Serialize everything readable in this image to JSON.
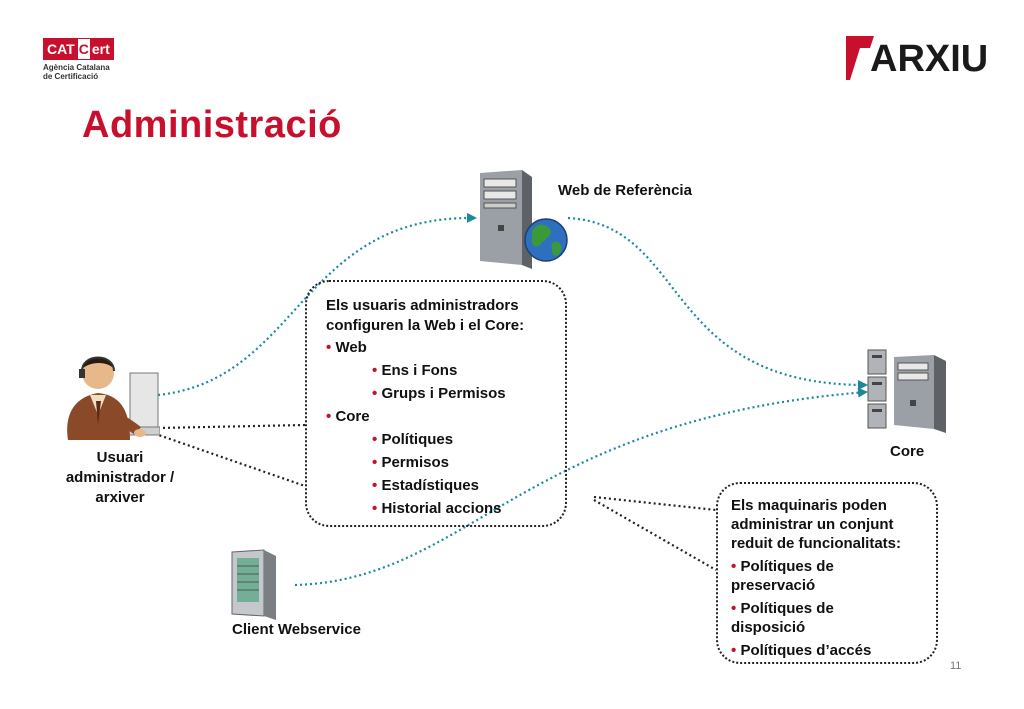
{
  "header": {
    "catcert_logo": {
      "text_cat": "CAT",
      "text_c": "C",
      "text_ert": "ert",
      "subtitle_line1": "Agència Catalana",
      "subtitle_line2": "de Certificació"
    },
    "arxiu_logo": {
      "text": "ARXIU"
    }
  },
  "page_title": "Administració",
  "nodes": {
    "web_referencia": "Web de Referència",
    "core": "Core",
    "user_line1": "Usuari",
    "user_line2": "administrador /",
    "user_line3": "arxiver",
    "client_webservice": "Client Webservice"
  },
  "admin_box": {
    "intro_line1": "Els usuaris administradors",
    "intro_line2": "configuren la Web i el Core:",
    "web": {
      "label": "Web",
      "items": [
        "Ens i Fons",
        "Grups i Permisos"
      ]
    },
    "core": {
      "label": "Core",
      "items": [
        "Polítiques",
        "Permisos",
        "Estadístiques",
        "Historial accions"
      ]
    }
  },
  "hardware_box": {
    "intro_line1": "Els maquinaris poden",
    "intro_line2": "administrar un conjunt",
    "intro_line3": "reduit de funcionalitats:",
    "items": [
      {
        "line1": "Polítiques de",
        "line2": "preservació"
      },
      {
        "line1": "Polítiques de",
        "line2": "disposició"
      },
      {
        "line1": "Polítiques d’accés",
        "line2": ""
      }
    ]
  },
  "bullet": "•",
  "page_number": "11",
  "colors": {
    "title_red": "#c8102e",
    "connector_teal": "#1a8a9a",
    "connector_dark": "#222222"
  }
}
